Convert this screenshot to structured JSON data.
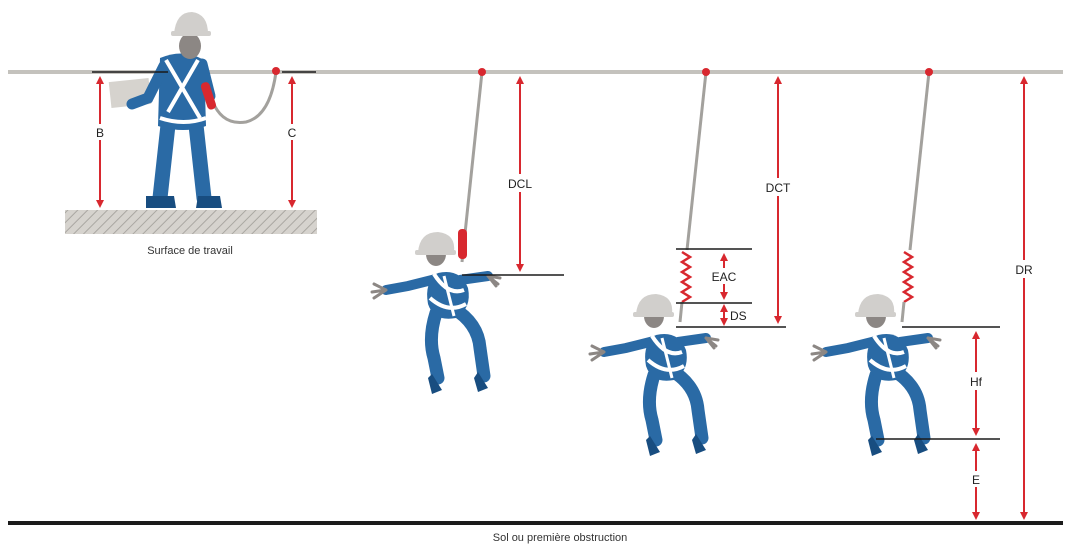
{
  "colors": {
    "anchor_line": "#c4c2bd",
    "ground_line": "#1b1b1b",
    "dimension_red": "#d8282f",
    "suit_blue": "#2a6aa5",
    "suit_dark": "#184d80",
    "helmet": "#d1cfcc",
    "skin": "#8c8784",
    "lanyard": "#a3a19d",
    "platform_fill": "#d6d3ce",
    "platform_hatch": "#aaa7a2",
    "harness_strap": "#ffffff"
  },
  "labels": {
    "b": "B",
    "c": "C",
    "dcl": "DCL",
    "dct": "DCT",
    "eac": "EAC",
    "ds": "DS",
    "hf": "Hf",
    "e": "E",
    "dr": "DR"
  },
  "captions": {
    "work_surface": "Surface de travail",
    "ground": "Sol ou première obstruction"
  },
  "icons": [
    "standing-worker",
    "falling-worker",
    "shock-absorber",
    "anchor-point",
    "dimension-arrow"
  ]
}
